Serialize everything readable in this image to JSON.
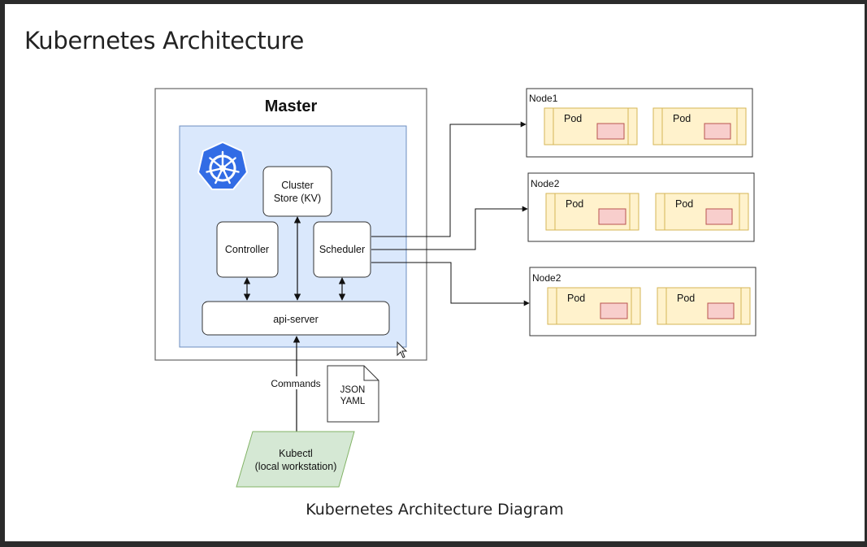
{
  "page": {
    "title": "Kubernetes Architecture",
    "caption": "Kubernetes Architecture Diagram"
  },
  "master": {
    "title": "Master",
    "cluster_store": [
      "Cluster",
      "Store (KV)"
    ],
    "controller": "Controller",
    "scheduler": "Scheduler",
    "api_server": "api-server"
  },
  "nodes": [
    {
      "label": "Node1",
      "pods": [
        "Pod",
        "Pod"
      ]
    },
    {
      "label": "Node2",
      "pods": [
        "Pod",
        "Pod"
      ]
    },
    {
      "label": "Node2",
      "pods": [
        "Pod",
        "Pod"
      ]
    }
  ],
  "commands_label": "Commands",
  "document": [
    "JSON",
    "YAML"
  ],
  "kubectl": [
    "Kubectl",
    "(local workstation)"
  ],
  "colors": {
    "master_inner": "#dae8fc",
    "k8s_logo": "#326ce5",
    "pod_fill": "#fff2cc",
    "pod_border": "#d6b656",
    "container_fill": "#f8cecc",
    "container_border": "#b85450",
    "kubectl_fill": "#d5e8d4",
    "kubectl_border": "#82b366"
  }
}
